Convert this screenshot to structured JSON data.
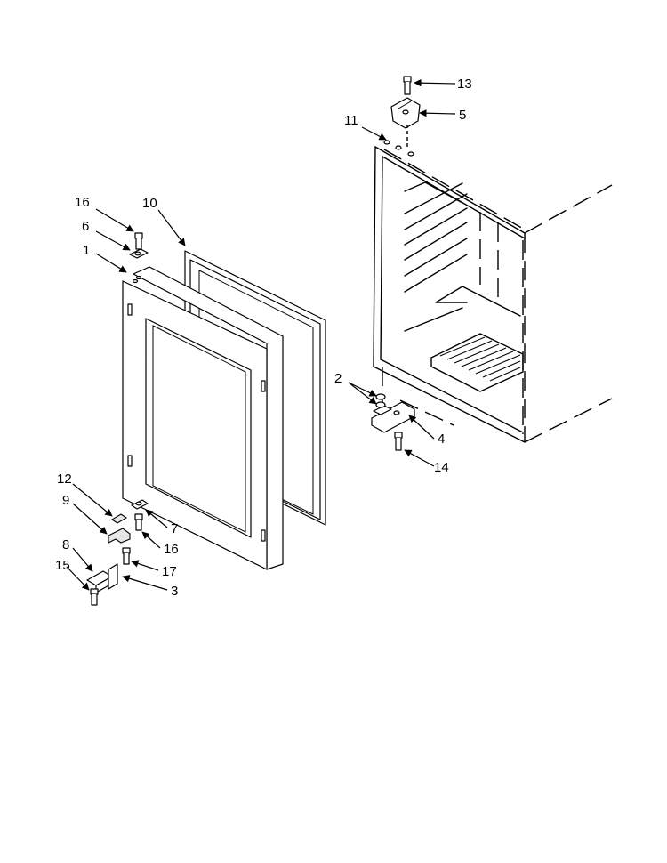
{
  "callouts": [
    {
      "id": "c13",
      "label": "13"
    },
    {
      "id": "c5",
      "label": "5"
    },
    {
      "id": "c11",
      "label": "11"
    },
    {
      "id": "c16a",
      "label": "16"
    },
    {
      "id": "c10",
      "label": "10"
    },
    {
      "id": "c6",
      "label": "6"
    },
    {
      "id": "c1",
      "label": "1"
    },
    {
      "id": "c2",
      "label": "2"
    },
    {
      "id": "c4",
      "label": "4"
    },
    {
      "id": "c14",
      "label": "14"
    },
    {
      "id": "c12",
      "label": "12"
    },
    {
      "id": "c9",
      "label": "9"
    },
    {
      "id": "c7",
      "label": "7"
    },
    {
      "id": "c16b",
      "label": "16"
    },
    {
      "id": "c8",
      "label": "8"
    },
    {
      "id": "c17",
      "label": "17"
    },
    {
      "id": "c15",
      "label": "15"
    },
    {
      "id": "c3",
      "label": "3"
    }
  ]
}
